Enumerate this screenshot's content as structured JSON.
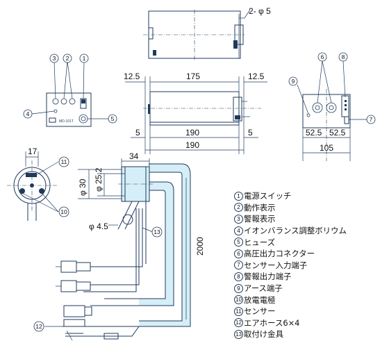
{
  "legend": [
    {
      "num": "1",
      "label": "電源スイッチ"
    },
    {
      "num": "2",
      "label": "動作表示"
    },
    {
      "num": "3",
      "label": "警報表示"
    },
    {
      "num": "4",
      "label": "イオンバランス調整ボリウム"
    },
    {
      "num": "5",
      "label": "ヒューズ"
    },
    {
      "num": "6",
      "label": "高圧出力コネクター"
    },
    {
      "num": "7",
      "label": "センサー入力端子"
    },
    {
      "num": "8",
      "label": "警報出力端子"
    },
    {
      "num": "9",
      "label": "アース端子"
    },
    {
      "num": "10",
      "label": "放電電極"
    },
    {
      "num": "11",
      "label": "センサー"
    },
    {
      "num": "12",
      "label": "エアホース6×4"
    },
    {
      "num": "13",
      "label": "取付け金具"
    }
  ],
  "dimensions": {
    "hole": "2- φ 5",
    "left_margin": "12.5",
    "top_width": "175",
    "right_margin": "12.5",
    "bottom_left": "5",
    "inner_width": "190",
    "bottom_right": "5",
    "outer_width": "190",
    "rear_left": "52.5",
    "rear_right": "52.5",
    "rear_width": "105",
    "sensor_width": "17",
    "block_width": "34",
    "block_dia_outer": "φ 30",
    "block_dia_inner": "φ 25.2",
    "mount_dia": "φ 4.5",
    "cable_length": "2000"
  },
  "front_panel_label": "MD-101T"
}
